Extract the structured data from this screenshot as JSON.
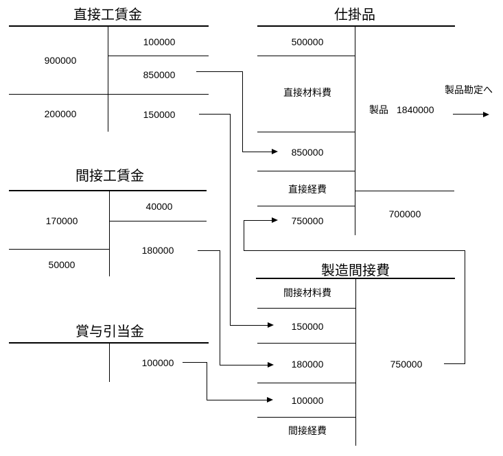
{
  "colors": {
    "background": "#ffffff",
    "line": "#000000",
    "text": "#000000"
  },
  "accounts": {
    "direct_wages": {
      "title": "直接工賃金",
      "debit": [
        "900000",
        "200000"
      ],
      "credit": [
        "100000",
        "850000",
        "150000"
      ]
    },
    "indirect_wages": {
      "title": "間接工賃金",
      "debit": [
        "170000",
        "50000"
      ],
      "credit": [
        "40000",
        "180000"
      ]
    },
    "bonus_allowance": {
      "title": "賞与引当金",
      "debit": [],
      "credit": [
        "100000"
      ]
    },
    "work_in_process": {
      "title": "仕掛品",
      "debit": [
        "500000",
        "直接材料費",
        "850000",
        "直接経費",
        "750000"
      ],
      "credit": [
        "700000"
      ],
      "product_label": "製品",
      "product_amount": "1840000",
      "to_product_note": "製品勘定へ"
    },
    "manufacturing_overhead": {
      "title": "製造間接費",
      "debit": [
        "間接材料費",
        "150000",
        "180000",
        "100000",
        "間接経費"
      ],
      "credit": [
        "750000"
      ]
    }
  }
}
